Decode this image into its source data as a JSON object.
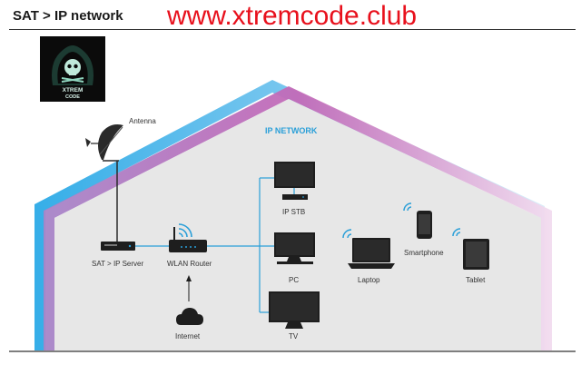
{
  "header": {
    "title": "SAT > IP network",
    "watermark": "www.xtremcode.club"
  },
  "logo": {
    "line1": "XTREM",
    "line2": "CODE"
  },
  "network": {
    "label": "IP NETWORK",
    "devices": {
      "antenna": "Antenna",
      "sat_server": "SAT > IP Server",
      "router": "WLAN Router",
      "internet": "Internet",
      "ip_stb": "IP STB",
      "pc": "PC",
      "tv": "TV",
      "laptop": "Laptop",
      "smartphone": "Smartphone",
      "tablet": "Tablet"
    }
  },
  "colors": {
    "house_fill": "#e7e7e7",
    "outer_band": "#36aee8",
    "inner_band": "#c36ab8",
    "link_line": "#2a9fd8",
    "device": "#1e1e1e",
    "wifi": "#2a9fd8",
    "watermark": "#e8101c"
  }
}
